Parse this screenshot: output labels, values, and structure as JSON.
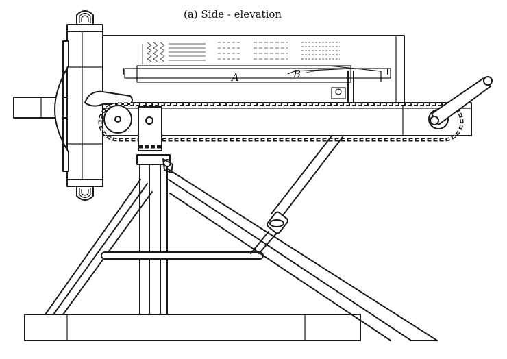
{
  "caption": "(a)  Side - elevation",
  "labels": {
    "a": "A",
    "b": "B"
  }
}
